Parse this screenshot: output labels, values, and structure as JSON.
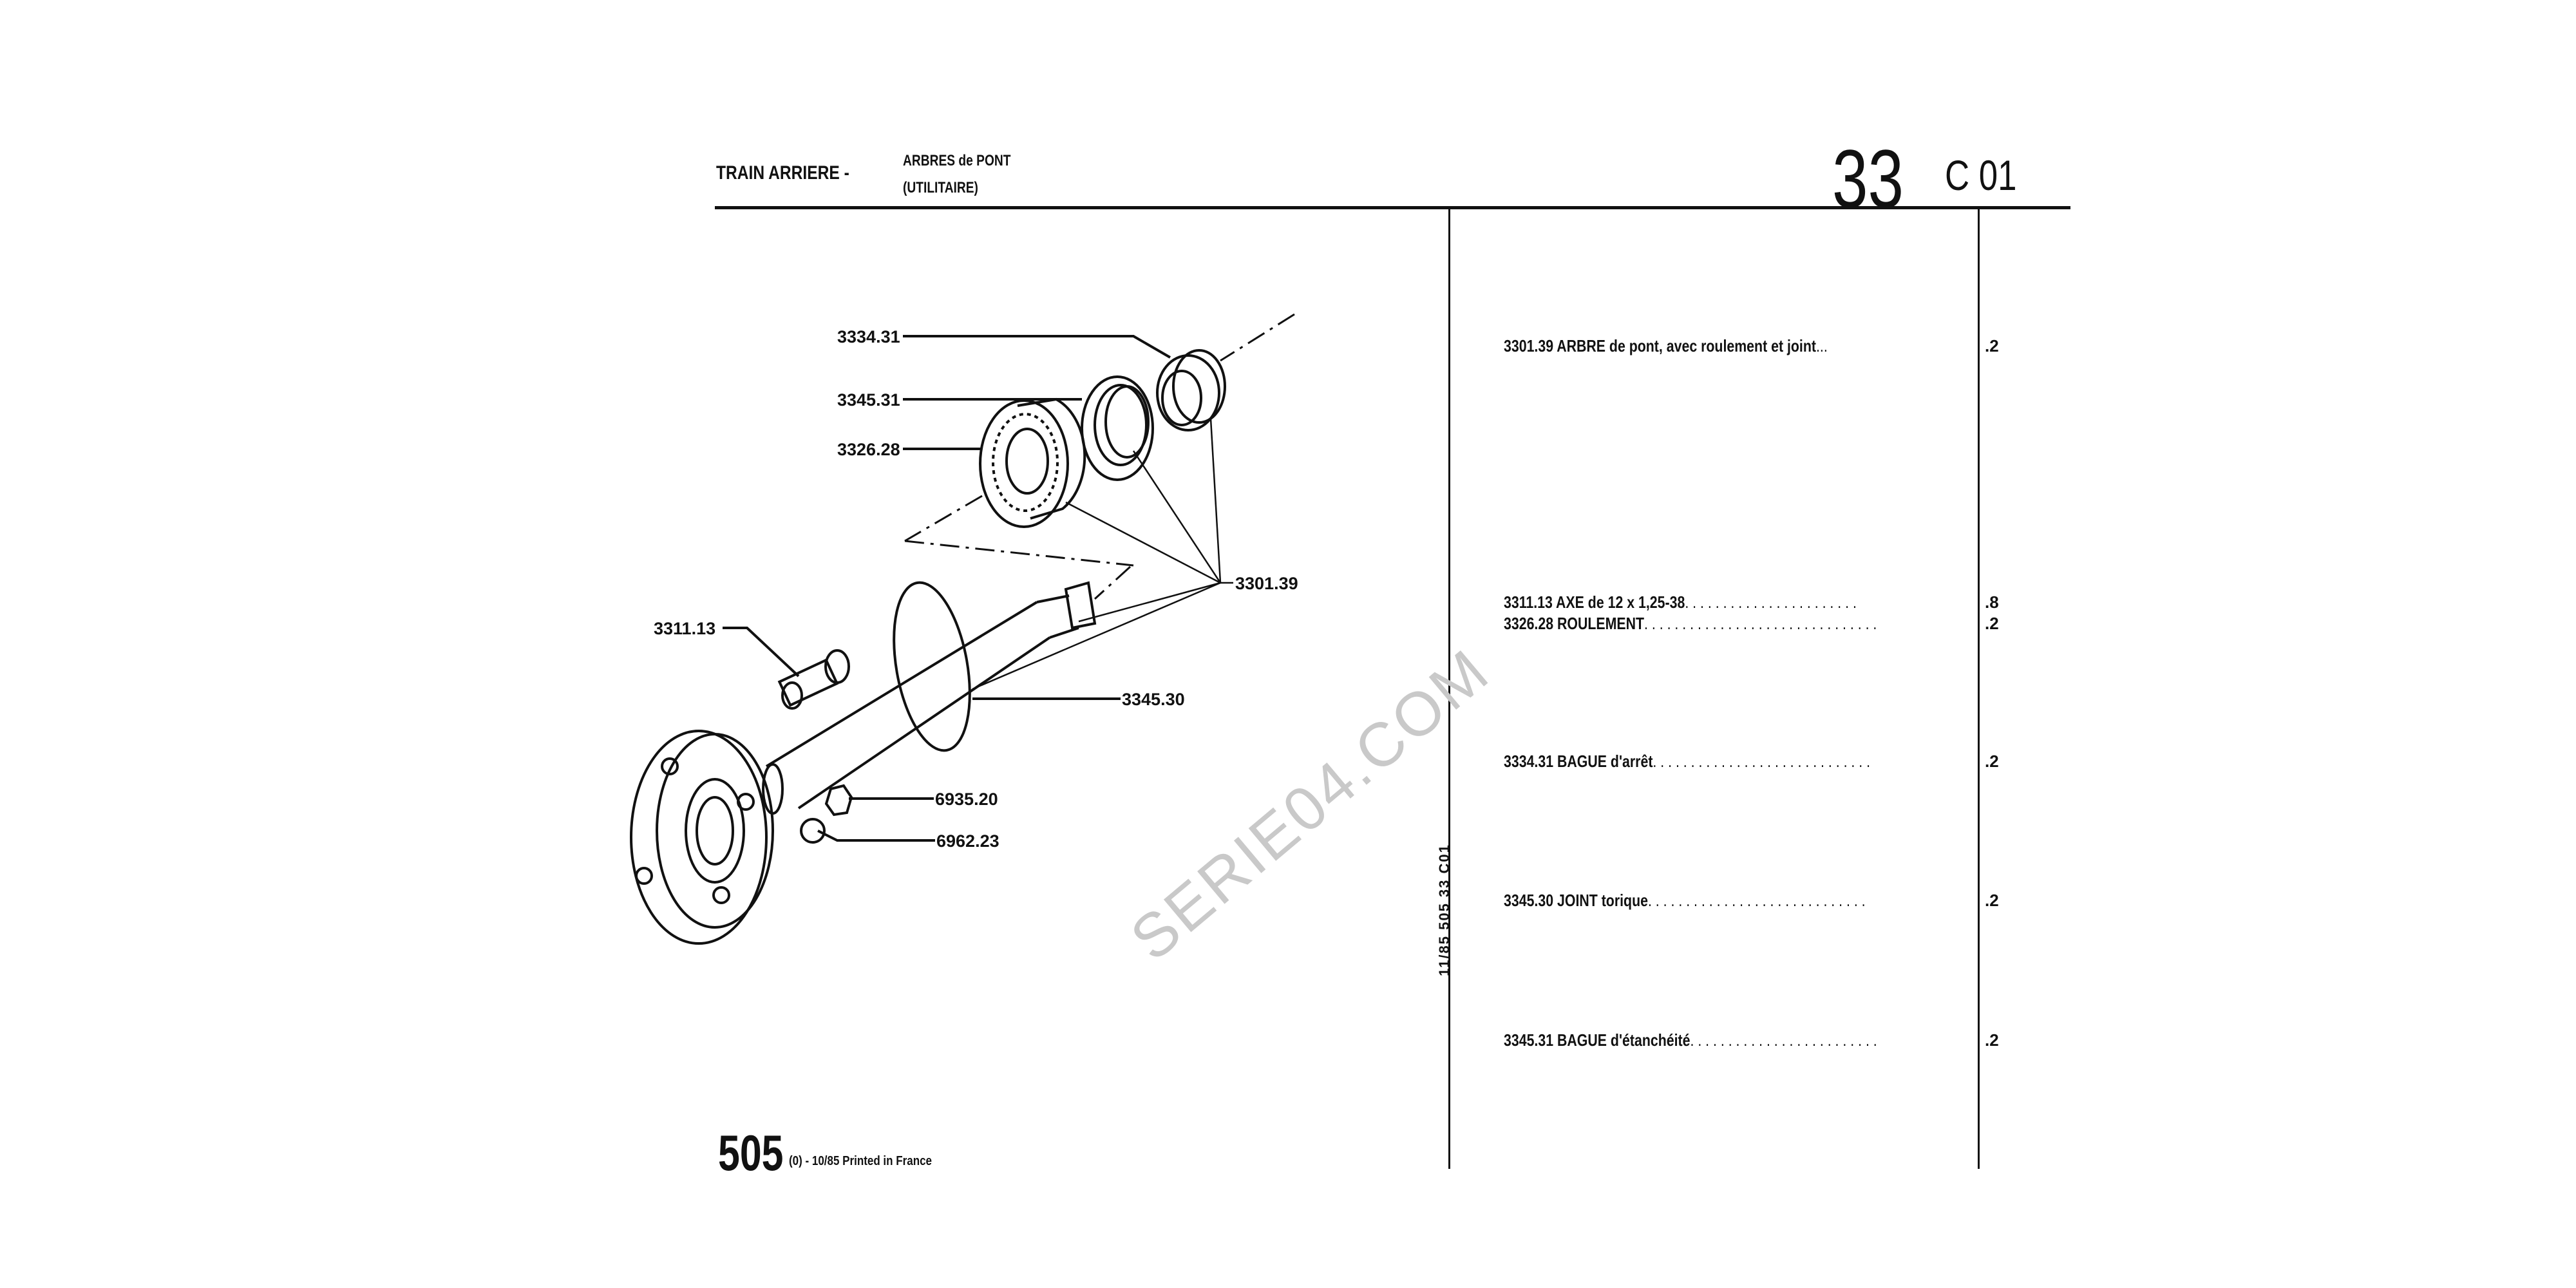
{
  "header": {
    "section": "TRAIN ARRIERE -",
    "subtitle_line1": "ARBRES de PONT",
    "subtitle_line2": "(UTILITAIRE)",
    "group_number": "33",
    "plate_code": "C 01"
  },
  "diagram": {
    "callouts": {
      "c1": "3334.31",
      "c2": "3345.31",
      "c3": "3326.28",
      "c4": "3301.39",
      "c5": "3311.13",
      "c6": "3345.30",
      "c7": "6935.20",
      "c8": "6962.23"
    },
    "watermark": "SERIE04.COM"
  },
  "parts": [
    {
      "ref": "3301.39",
      "desc": "ARBRE de pont, avec roulement et joint",
      "qty": ".2"
    },
    {
      "ref": "3311.13",
      "desc": "AXE de 12 x 1,25-38",
      "qty": ".8"
    },
    {
      "ref": "3326.28",
      "desc": "ROULEMENT",
      "qty": ".2"
    },
    {
      "ref": "3334.31",
      "desc": "BAGUE d'arrêt",
      "qty": ".2"
    },
    {
      "ref": "3345.30",
      "desc": "JOINT torique",
      "qty": ".2"
    },
    {
      "ref": "3345.31",
      "desc": "BAGUE d'étanchéité",
      "qty": ".2"
    }
  ],
  "side_note": "11/85   505   33  C01",
  "footer": {
    "model": "505",
    "edition": "(0) - 10/85 Printed in France"
  }
}
